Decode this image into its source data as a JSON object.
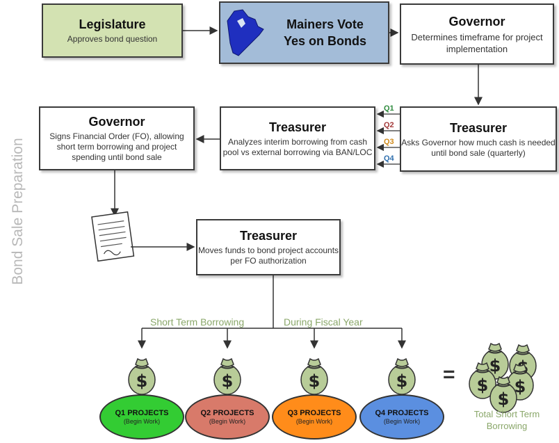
{
  "legislature": {
    "title": "Legislature",
    "desc": "Approves bond question"
  },
  "voters": {
    "title": "Mainers Vote\nYes on Bonds"
  },
  "governor_timeframe": {
    "title": "Governor",
    "desc": "Determines timeframe for project implementation"
  },
  "treasurer_ask": {
    "title": "Treasurer",
    "desc": "Asks Governor how much cash is needed until bond sale (quarterly)"
  },
  "treasurer_analyze": {
    "title": "Treasurer",
    "desc": "Analyzes interim borrowing from cash pool vs external borrowing via BAN/LOC"
  },
  "governor_order": {
    "title": "Governor",
    "desc": "Signs Financial Order (FO), allowing short term borrowing and project spending until bond sale"
  },
  "treasurer_move": {
    "title": "Treasurer",
    "desc": "Moves funds to bond project accounts per FO authorization"
  },
  "quarter_labels": [
    {
      "label": "Q1",
      "color": "#2e8b3d"
    },
    {
      "label": "Q2",
      "color": "#a33a3a"
    },
    {
      "label": "Q3",
      "color": "#d08a1a"
    },
    {
      "label": "Q4",
      "color": "#2f6fae"
    }
  ],
  "side_label": "Bond Sale Preparation",
  "phase_left": "Short Term Borrowing",
  "phase_right": "During Fiscal Year",
  "projects": [
    {
      "title": "Q1 PROJECTS",
      "sub": "(Begin Work)",
      "color": "#33cc33"
    },
    {
      "title": "Q2 PROJECTS",
      "sub": "(Begin Work)",
      "color": "#d87a6a"
    },
    {
      "title": "Q3 PROJECTS",
      "sub": "(Begin Work)",
      "color": "#ff8c1a"
    },
    {
      "title": "Q4 PROJECTS",
      "sub": "(Begin Work)",
      "color": "#5b8fe0"
    }
  ],
  "equals": "=",
  "total": "Total Short Term Borrowing",
  "colors": {
    "legislature_fill": "#d3e2b2",
    "voters_fill": "#a3bcd8",
    "maine_map": "#1f2fbf",
    "phase_text": "#8aa76a"
  },
  "icons": [
    "maine-map-icon",
    "document-icon",
    "money-bag-icon"
  ]
}
